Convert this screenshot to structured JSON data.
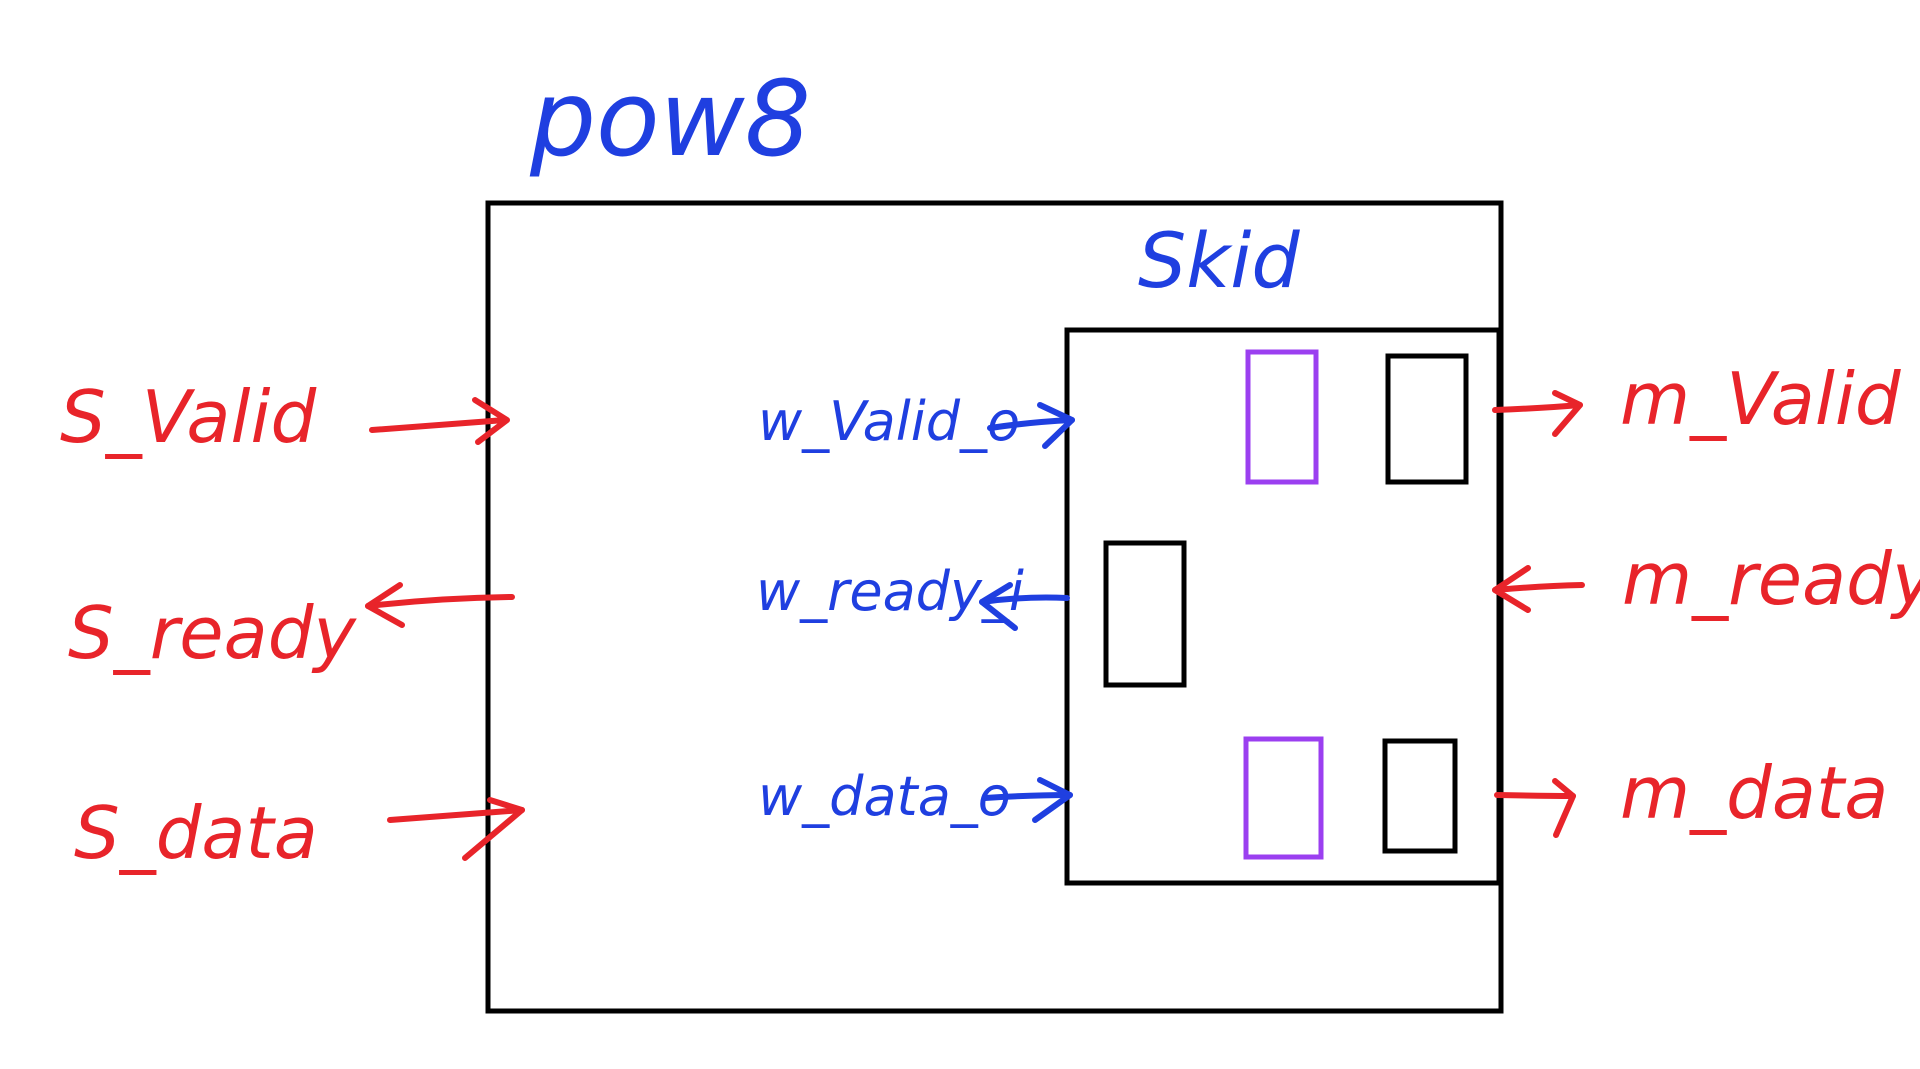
{
  "module": {
    "title": "pow8"
  },
  "submodule": {
    "title": "Skid"
  },
  "outer_ports": {
    "s_valid": "S_Valid",
    "s_ready": "S_ready",
    "s_data": "S_data"
  },
  "inner_signals": {
    "w_valid_o": "w_Valid_o",
    "w_ready_i": "w_ready_i",
    "w_data_o": "w_data_o"
  },
  "out_ports": {
    "m_valid": "m_Valid",
    "m_ready": "m_ready",
    "m_data": "m_data"
  },
  "colors": {
    "ink": "#000000",
    "port_label": "#e8242a",
    "signal_label": "#1f3fe0",
    "register_purple": "#9b3ff0",
    "register_black": "#000000"
  }
}
